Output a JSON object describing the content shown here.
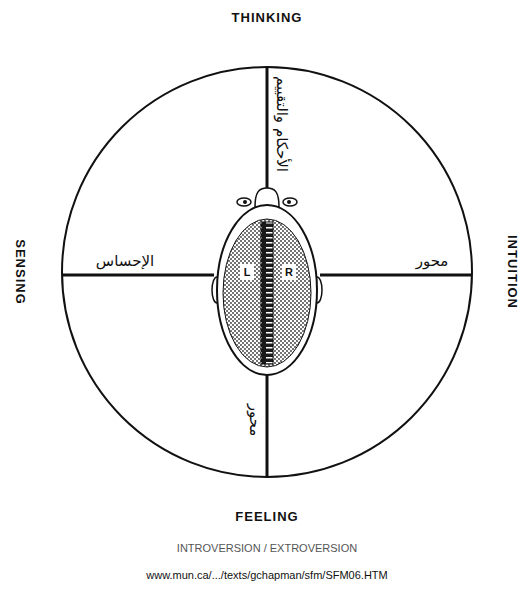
{
  "diagram": {
    "labels": [
      "THINKING",
      "الأحكام والتقييم",
      "SENSING",
      "الإحساس",
      "L",
      "R",
      "محور",
      "INTUITION",
      "محور",
      "FEELING",
      "INTROVERSION / EXTROVERSION",
      "www.mun.ca/.../texts/gchapman/sfm/SFM06.HTM"
    ]
  }
}
